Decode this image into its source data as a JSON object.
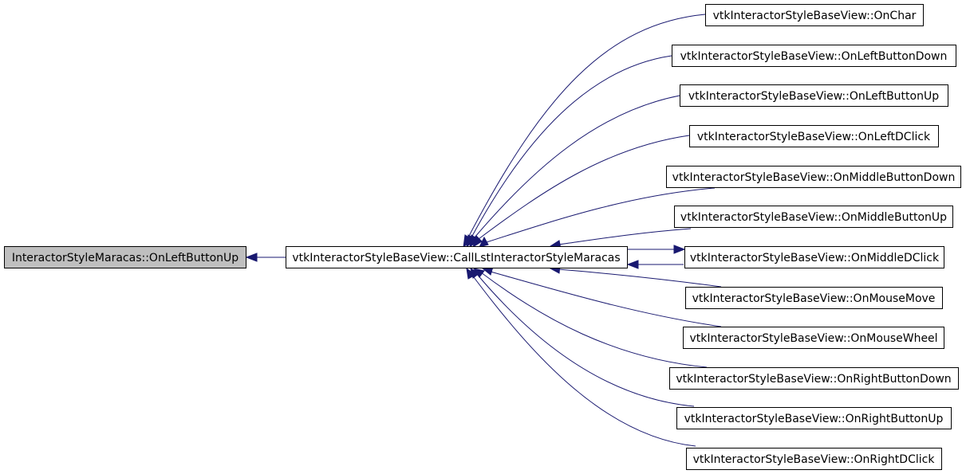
{
  "colors": {
    "edge": "#191970",
    "root_fill": "#bfbfbf",
    "node_fill": "#ffffff",
    "node_stroke": "#000000"
  },
  "nodes": {
    "root": "InteractorStyleMaracas::OnLeftButtonUp",
    "center": "vtkInteractorStyleBaseView::CallLstInteractorStyleMaracas",
    "callers": [
      "vtkInteractorStyleBaseView::OnChar",
      "vtkInteractorStyleBaseView::OnLeftButtonDown",
      "vtkInteractorStyleBaseView::OnLeftButtonUp",
      "vtkInteractorStyleBaseView::OnLeftDClick",
      "vtkInteractorStyleBaseView::OnMiddleButtonDown",
      "vtkInteractorStyleBaseView::OnMiddleButtonUp",
      "vtkInteractorStyleBaseView::OnMiddleDClick",
      "vtkInteractorStyleBaseView::OnMouseMove",
      "vtkInteractorStyleBaseView::OnMouseWheel",
      "vtkInteractorStyleBaseView::OnRightButtonDown",
      "vtkInteractorStyleBaseView::OnRightButtonUp",
      "vtkInteractorStyleBaseView::OnRightDClick"
    ]
  }
}
